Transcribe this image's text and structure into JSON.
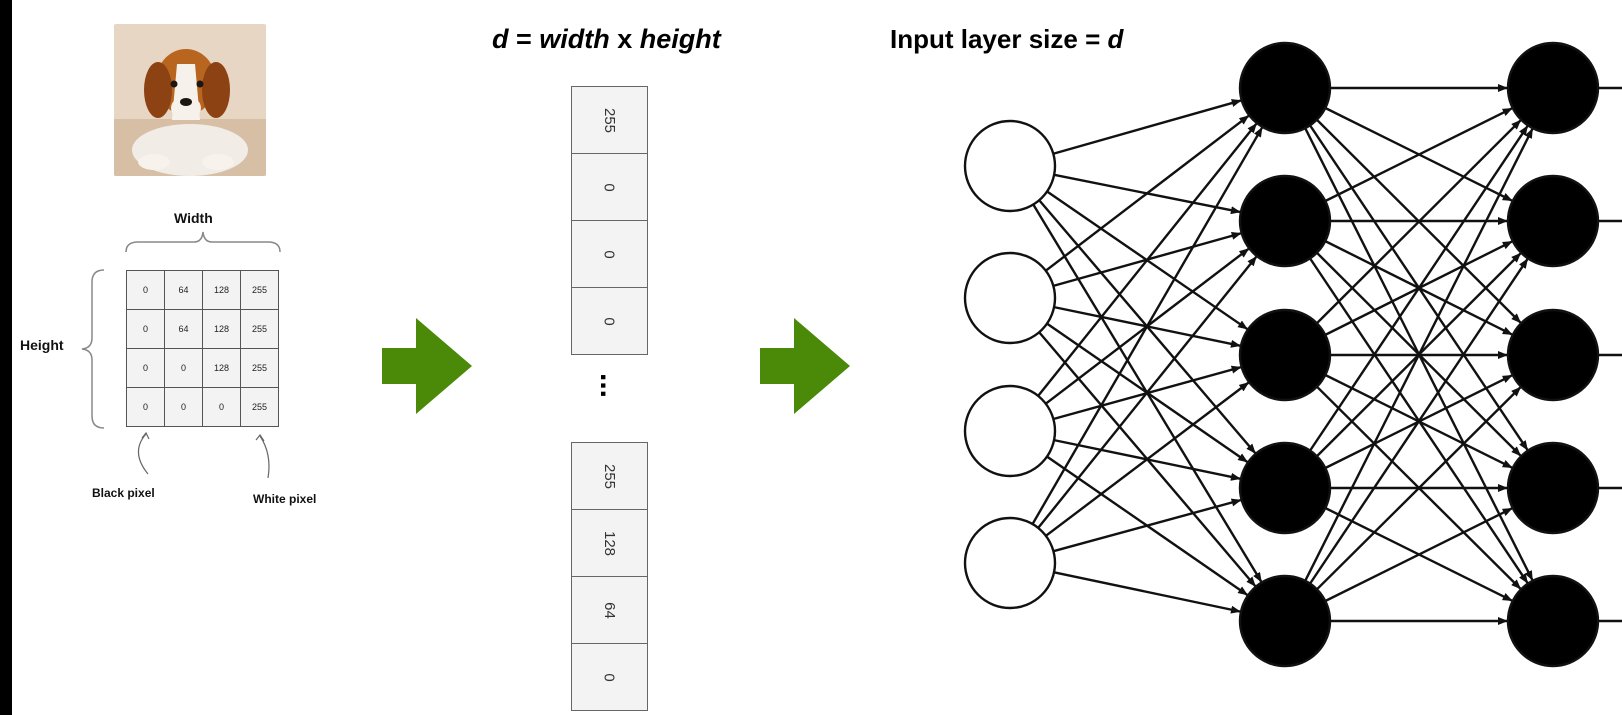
{
  "image_grid": {
    "width_label": "Width",
    "height_label": "Height",
    "rows": [
      [
        "0",
        "64",
        "128",
        "255"
      ],
      [
        "0",
        "64",
        "128",
        "255"
      ],
      [
        "0",
        "0",
        "128",
        "255"
      ],
      [
        "0",
        "0",
        "0",
        "255"
      ]
    ],
    "black_pixel_label": "Black pixel",
    "white_pixel_label": "White pixel"
  },
  "vector": {
    "formula_d": "d",
    "formula_eq": " = ",
    "formula_width": "width",
    "formula_x": " x ",
    "formula_height": "height",
    "top_cells": [
      "255",
      "0",
      "0",
      "0"
    ],
    "ellipsis": "...",
    "bottom_cells": [
      "255",
      "128",
      "64",
      "0"
    ]
  },
  "network": {
    "title_text": "Input layer size = ",
    "title_var": "d",
    "layers": [
      {
        "nodes": 4,
        "fill": "#ffffff"
      },
      {
        "nodes": 5,
        "fill": "#000000"
      },
      {
        "nodes": 5,
        "fill": "#000000"
      }
    ]
  },
  "colors": {
    "arrow_green": "#4a8a08",
    "background": "#000000",
    "panel": "#ffffff"
  }
}
